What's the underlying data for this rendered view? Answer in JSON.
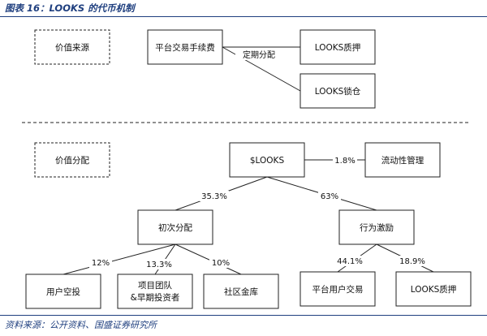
{
  "figure": {
    "title": "图表 16：LOOKS 的代币机制",
    "source": "资料来源：公开资料、国盛证券研究所"
  },
  "value_source": {
    "section_label": "价值来源",
    "origin": "平台交易手续费",
    "split_label": "定期分配",
    "targets": [
      "LOOKS质押",
      "LOOKS锁仓"
    ]
  },
  "value_distribution": {
    "section_label": "价值分配",
    "root": "$LOOKS",
    "side": {
      "label": "流动性管理",
      "percent": "1.8%"
    },
    "branches": [
      {
        "label": "初次分配",
        "percent": "35.3%",
        "children": [
          {
            "label": "用户空投",
            "percent": "12%"
          },
          {
            "label": "项目团队",
            "label2": "&早期投资者",
            "percent": "13.3%"
          },
          {
            "label": "社区金库",
            "percent": "10%"
          }
        ]
      },
      {
        "label": "行为激励",
        "percent": "63%",
        "children": [
          {
            "label": "平台用户交易",
            "percent": "44.1%"
          },
          {
            "label": "LOOKS质押",
            "percent": "18.9%"
          }
        ]
      }
    ]
  }
}
